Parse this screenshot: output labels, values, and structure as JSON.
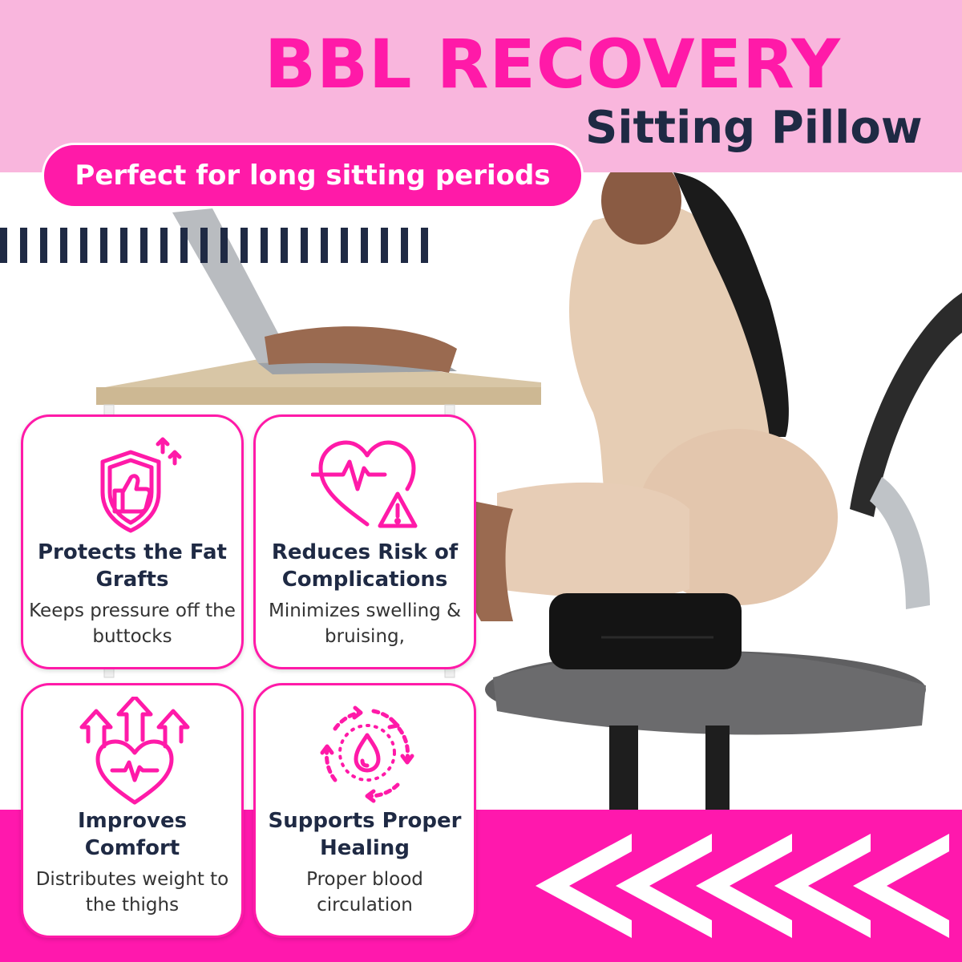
{
  "header": {
    "title_line1": "BBL RECOVERY",
    "title_line2": "Sitting Pillow",
    "tagline": "Perfect for long sitting periods"
  },
  "colors": {
    "brand_pink": "#ff1aa8",
    "light_pink": "#f9b6dd",
    "navy": "#1f2a44"
  },
  "features": [
    {
      "icon": "shield-thumbs-up-icon",
      "title": "Protects the Fat Grafts",
      "description": "Keeps pressure off the buttocks"
    },
    {
      "icon": "heart-warning-icon",
      "title": "Reduces Risk of Complications",
      "description": "Minimizes swelling & bruising,"
    },
    {
      "icon": "heart-arrows-up-icon",
      "title": "Improves Comfort",
      "description": "Distributes weight to the thighs"
    },
    {
      "icon": "blood-drop-cycle-icon",
      "title": "Supports Proper Healing",
      "description": "Proper blood circulation"
    }
  ],
  "decorations": {
    "stripes_icon": "stripes-pattern",
    "chevrons_icon": "left-chevron-arrows"
  }
}
